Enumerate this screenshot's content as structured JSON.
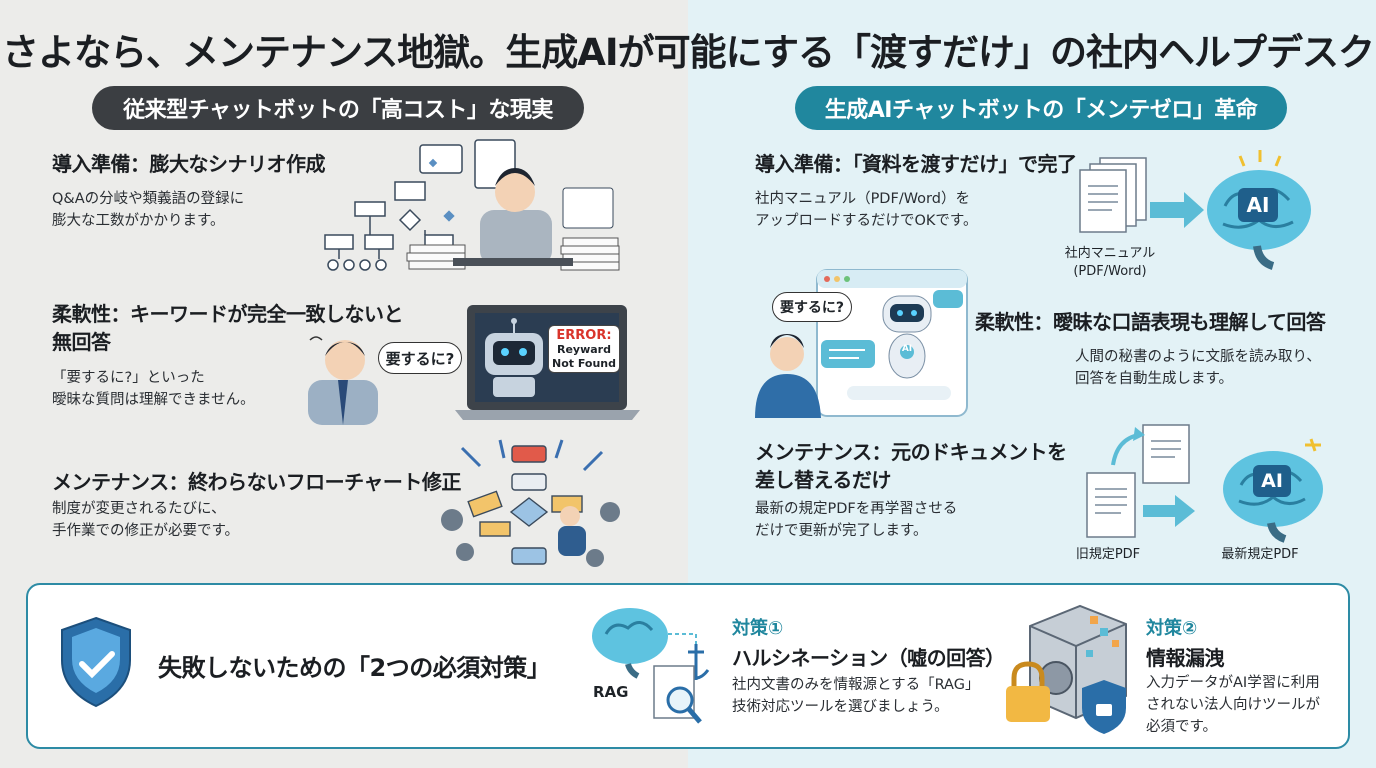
{
  "title": "さよなら、メンテナンス地獄。生成AIが可能にする「渡すだけ」の社内ヘルプデスク",
  "left": {
    "header": "従来型チャットボットの「高コスト」な現実",
    "sections": [
      {
        "heading": "導入準備：膨大なシナリオ作成",
        "body": [
          "Q&Aの分岐や類義語の登録に",
          "膨大な工数がかかります。"
        ]
      },
      {
        "heading": [
          "柔軟性：キーワードが完全一致しないと",
          "無回答"
        ],
        "body": [
          "「要するに?」といった",
          "曖昧な質問は理解できません。"
        ]
      },
      {
        "heading": "メンテナンス：終わらないフローチャート修正",
        "body": [
          "制度が変更されるたびに、",
          "手作業での修正が必要です。"
        ]
      }
    ],
    "speech": "要するに?",
    "error_title": "ERROR:",
    "error_lines": [
      "Reyward",
      "Not Found"
    ]
  },
  "right": {
    "header": "生成AIチャットボットの「メンテゼロ」革命",
    "sections": [
      {
        "heading": "導入準備：「資料を渡すだけ」で完了",
        "body": [
          "社内マニュアル（PDF/Word）を",
          "アップロードするだけでOKです。"
        ]
      },
      {
        "heading": "柔軟性：曖昧な口語表現も理解して回答",
        "body": [
          "人間の秘書のように文脈を読み取り、",
          "回答を自動生成します。"
        ]
      },
      {
        "heading": [
          "メンテナンス：元のドキュメントを",
          "差し替えるだけ"
        ],
        "body": [
          "最新の規定PDFを再学習させる",
          "だけで更新が完了します。"
        ]
      }
    ],
    "manual_caption": [
      "社内マニュアル",
      "(PDF/Word)"
    ],
    "ai_label": "AI",
    "speech": "要するに?",
    "bot_label": "AI",
    "old_pdf": "旧規定PDF",
    "new_pdf": "最新規定PDF"
  },
  "bottom": {
    "title": "失敗しないための「2つの必須対策」",
    "rag_label": "RAG",
    "measure1": {
      "label": "対策①",
      "heading": "ハルシネーション（嘘の回答）",
      "body": [
        "社内文書のみを情報源とする「RAG」",
        "技術対応ツールを選びましょう。"
      ]
    },
    "measure2": {
      "label": "対策②",
      "heading": "情報漏洩",
      "body": [
        "入力データがAI学習に利用",
        "されない法人向けツールが",
        "必須です。"
      ]
    }
  },
  "colors": {
    "left_bg": "#ececea",
    "right_bg": "#e3f2f6",
    "accent": "#20879e",
    "dark": "#3b3e42",
    "error": "#d9342b"
  }
}
